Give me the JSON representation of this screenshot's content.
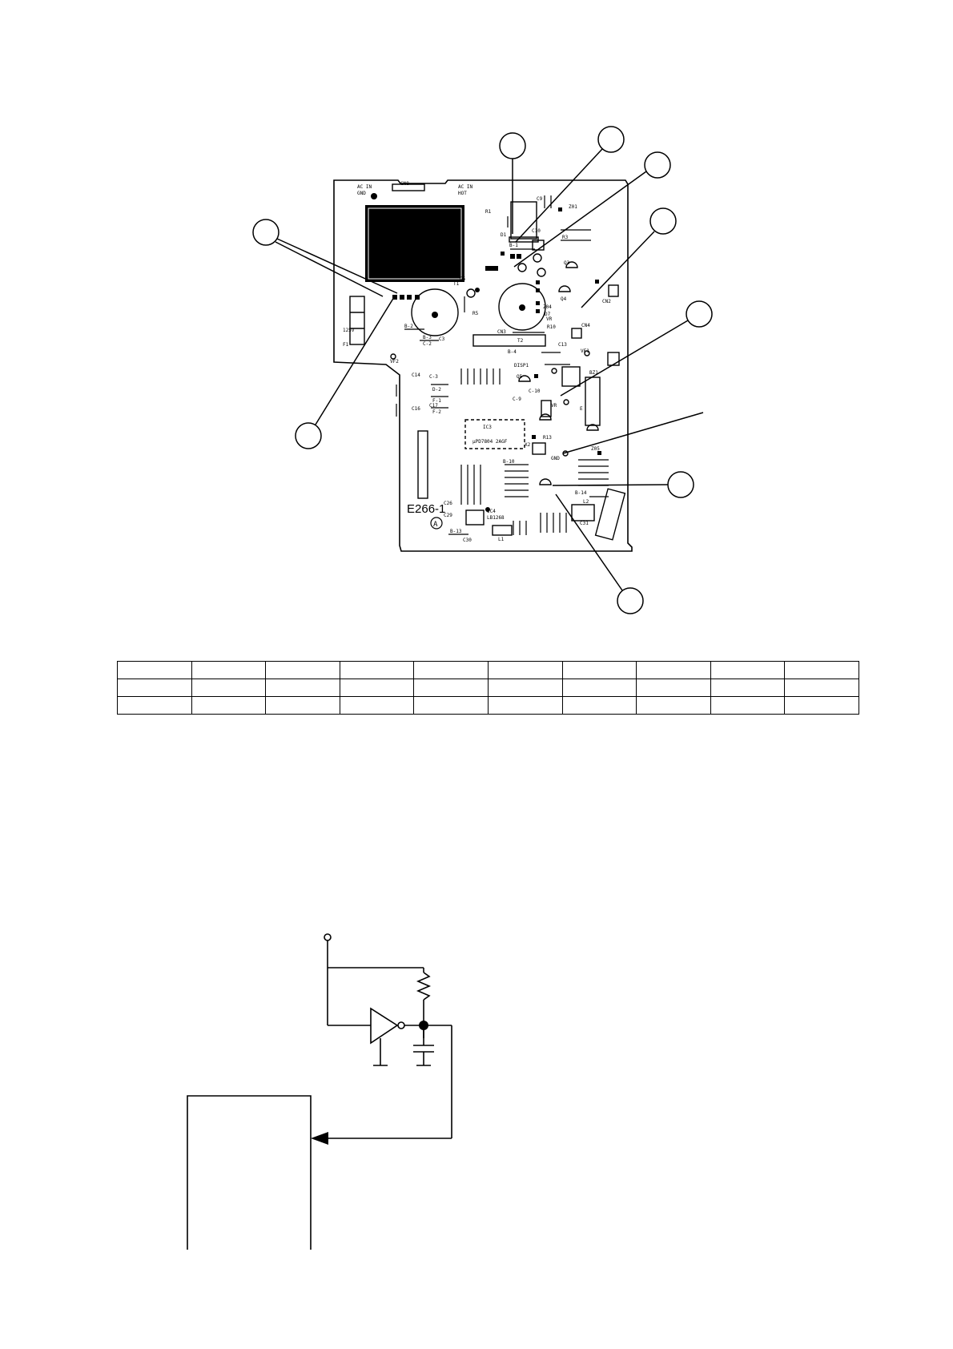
{
  "pcb": {
    "board_code": "E266-1",
    "revision_mark": "A",
    "silkscreen": {
      "cn8": "CN8",
      "ac_in_gnd": "AC IN",
      "gnd": "GND",
      "ac_in_hot": "AC IN",
      "hot": "HOT",
      "t1": "T1",
      "t2": "T2",
      "c3": "C3",
      "c5": "C5",
      "c13": "C13",
      "cn3": "CN3",
      "cn4": "CN4",
      "cn2": "CN2",
      "r1": "R1",
      "r3": "R3",
      "r5": "R5",
      "r10": "R10",
      "r13": "R13",
      "z01": "Z01",
      "z04": "Z04",
      "z05": "Z05",
      "d1": "D1",
      "d7": "D7",
      "q3": "Q3",
      "q4": "Q4",
      "q5": "Q5",
      "vr": "VR",
      "vf1": "VF1",
      "vf2": "VF2",
      "disp1": "DISP1",
      "bz1": "BZ1",
      "ic3": "IC3",
      "ic3_part": "μPD7804 2AGF",
      "ic4": "IC4",
      "ic4_part": "LB1268",
      "x2": "X2",
      "l1": "L1",
      "l2": "L2",
      "f1": "F1",
      "fuse": "125V",
      "b1": "B-1",
      "b2": "B-2",
      "b3": "B-3",
      "b4": "B-4",
      "b10": "B-10",
      "b13": "B-13",
      "b14": "B-14",
      "c2lbl": "C-2",
      "c3lbl": "C-3",
      "c9lbl": "C-9",
      "c10lbl": "C-10",
      "d2": "D-2",
      "f1lbl": "F-1",
      "f2lbl": "F-2",
      "c14": "C14",
      "c16": "C16",
      "c17": "C17",
      "c26": "C26",
      "c29": "C29",
      "c30": "C30",
      "c31": "C31",
      "c10": "C10",
      "c9": "C9",
      "e": "E",
      "gnd2": "GND",
      "wt": "VR"
    }
  },
  "table": {
    "rows": 3,
    "cols": 10
  },
  "schematic": {}
}
